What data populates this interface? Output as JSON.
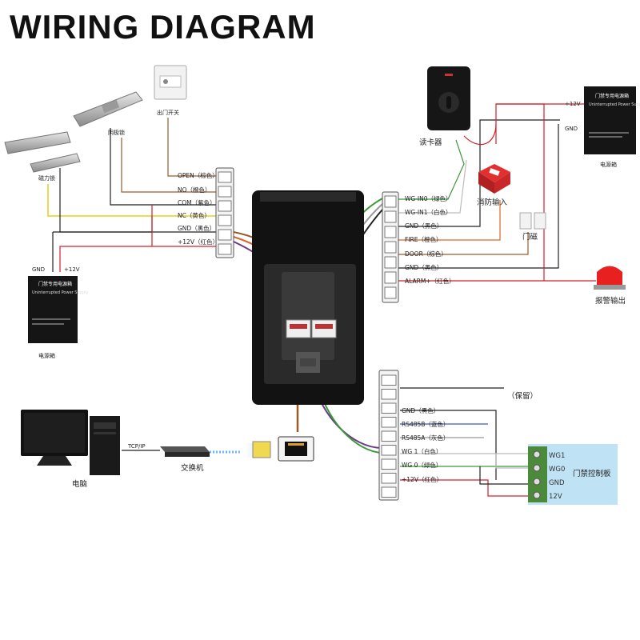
{
  "title": "WIRING DIAGRAM",
  "left_terminal": [
    "OPEN（棕色）",
    "NO（橙色）",
    "COM（紫色）",
    "NC（黄色）",
    "GND（黑色）",
    "+12V（红色）"
  ],
  "right_terminal": [
    "WG-IN0（绿色）",
    "WG-IN1（白色）",
    "GND（黑色）",
    "FIRE（橙色）",
    "DOOR（棕色）",
    "GND（黑色）",
    "ALARM+（红色）"
  ],
  "bottom_terminal": {
    "reserved": "（保留）",
    "rows": [
      "GND（黑色）",
      "RS485B（蓝色）",
      "RS485A（灰色）",
      "WG 1（白色）",
      "WG 0（绿色）",
      "+12V（红色）"
    ]
  },
  "devices": {
    "exit_button": "出门开关",
    "electric_strike": "阴极锁",
    "magnetic_lock": "磁力锁",
    "psu_left": "电源箱",
    "card_reader": "读卡器",
    "fire_input": "消防输入",
    "door_sensor": "门磁",
    "psu_right": "电源箱",
    "alarm_output": "报警输出",
    "computer": "电脑",
    "switch": "交换机",
    "access_board": "门禁控制板"
  },
  "psu_labels": {
    "left_gnd": "GND",
    "left_12v": "+12V",
    "right_12v": "+12V",
    "right_gnd": "GND",
    "title_cn": "门禁专用电源箱",
    "title_en": "Uninterrupted Power Supply"
  },
  "network_label": "TCP/IP",
  "board_pins": [
    "WG1",
    "WG0",
    "GND",
    "12V"
  ],
  "colors": {
    "red": "#d0202a",
    "black": "#111111",
    "yellow": "#e8d640",
    "brown": "#9a5a2a",
    "orange": "#d9652a",
    "purple": "#6a3a8a",
    "green": "#3a9a3a",
    "board": "#bfe3f5",
    "terminal_block": "#4a8a3a"
  }
}
